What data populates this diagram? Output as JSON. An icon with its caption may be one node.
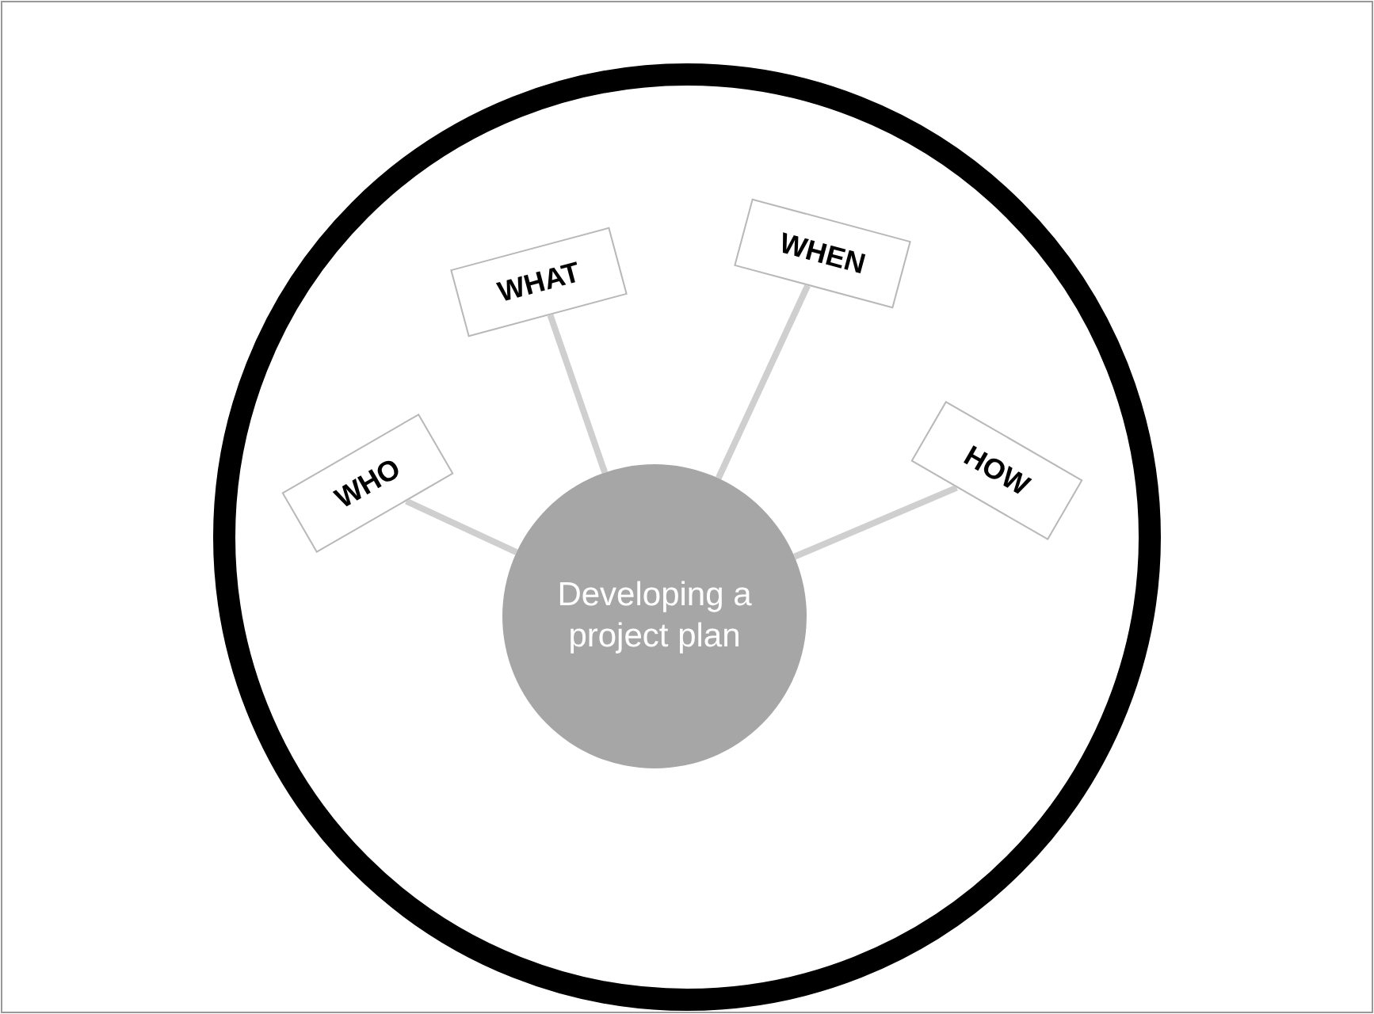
{
  "diagram": {
    "nodes": [
      {
        "text": [
          "Developing a project plan"
        ]
      },
      {
        "text": [
          "WHO"
        ]
      },
      {
        "text": [
          "WHAT"
        ]
      },
      {
        "text": [
          "WHEN"
        ]
      },
      {
        "text": [
          "HOW"
        ]
      }
    ],
    "edges": [
      {
        "from": 0,
        "to": 1,
        "arrow": "none"
      },
      {
        "from": 0,
        "to": 2,
        "arrow": "none"
      },
      {
        "from": 0,
        "to": 3,
        "arrow": "none"
      },
      {
        "from": 0,
        "to": 4,
        "arrow": "none"
      }
    ]
  }
}
